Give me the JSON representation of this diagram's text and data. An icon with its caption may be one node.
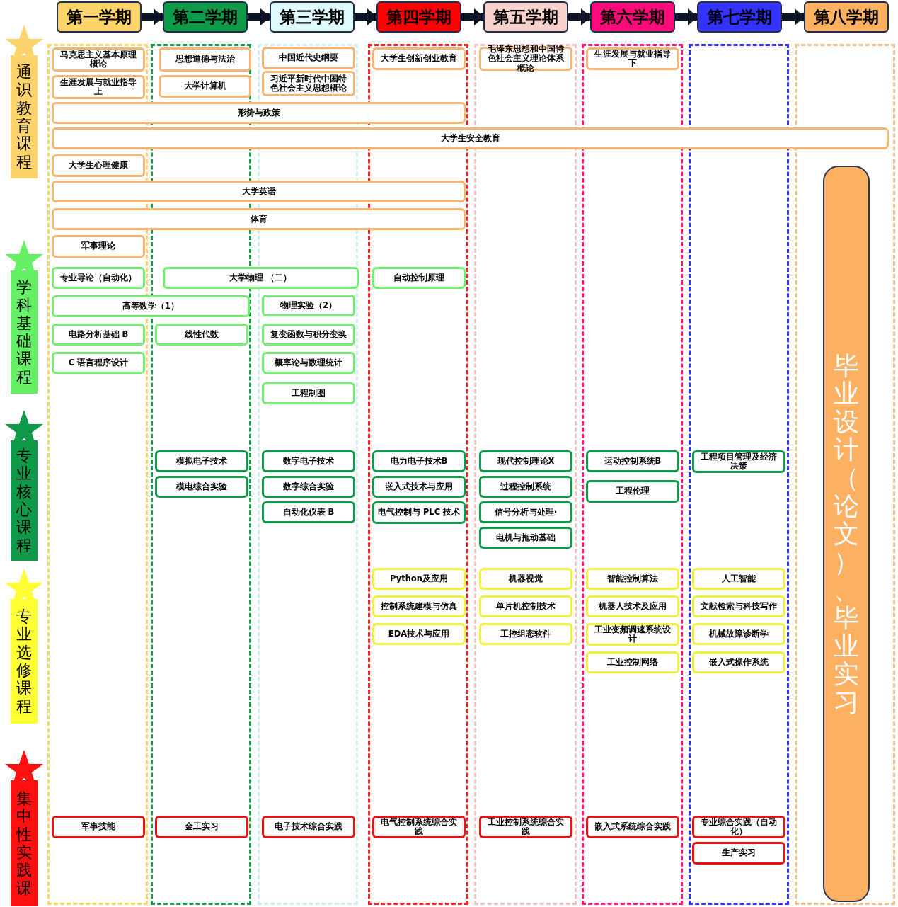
{
  "diagram": {
    "nodes": [
      {
        "text": [
          "第一学期"
        ]
      },
      {
        "text": [
          "第二学期"
        ]
      },
      {
        "text": [
          "第三学期"
        ]
      },
      {
        "text": [
          "第四学期"
        ]
      },
      {
        "text": [
          "第五学期"
        ]
      },
      {
        "text": [
          "第六学期"
        ]
      },
      {
        "text": [
          "第七学期"
        ]
      },
      {
        "text": [
          "第八学期"
        ]
      },
      {
        "text": [
          "通识教育课程"
        ]
      },
      {
        "text": [
          "学科基础课程"
        ]
      },
      {
        "text": [
          "专业核心课程"
        ]
      },
      {
        "text": [
          "专业选修课程"
        ]
      },
      {
        "text": [
          "集中性实践课"
        ]
      },
      {
        "text": [
          "马克思主义基本原理概论"
        ]
      },
      {
        "text": [
          "思想道德与法治"
        ]
      },
      {
        "text": [
          "中国近代史纲要"
        ]
      },
      {
        "text": [
          "大学生创新创业教育"
        ]
      },
      {
        "text": [
          "毛泽东思想和中国特色社会主义理论体系概论"
        ]
      },
      {
        "text": [
          "生涯发展与就业指导下"
        ]
      },
      {
        "text": [
          "生涯发展与就业指导上"
        ]
      },
      {
        "text": [
          "大学计算机"
        ]
      },
      {
        "text": [
          "习近平新时代中国特色社会主义思想概论"
        ]
      },
      {
        "text": [
          "形势与政策"
        ]
      },
      {
        "text": [
          "大学生安全教育"
        ]
      },
      {
        "text": [
          "大学生心理健康"
        ]
      },
      {
        "text": [
          "大学英语"
        ]
      },
      {
        "text": [
          "体育"
        ]
      },
      {
        "text": [
          "军事理论"
        ]
      },
      {
        "text": [
          "专业导论（自动化）"
        ]
      },
      {
        "text": [
          "大学物理 （二）"
        ]
      },
      {
        "text": [
          "自动控制原理"
        ]
      },
      {
        "text": [
          "高等数学（1）"
        ]
      },
      {
        "text": [
          "物理实验（2）"
        ]
      },
      {
        "text": [
          "电路分析基础 B"
        ]
      },
      {
        "text": [
          "线性代数"
        ]
      },
      {
        "text": [
          "复变函数与积分变换"
        ]
      },
      {
        "text": [
          "C 语言程序设计"
        ]
      },
      {
        "text": [
          "概率论与数理统计"
        ]
      },
      {
        "text": [
          "工程制图"
        ]
      },
      {
        "text": [
          "模拟电子技术"
        ]
      },
      {
        "text": [
          "数字电子技术"
        ]
      },
      {
        "text": [
          "电力电子技术B"
        ]
      },
      {
        "text": [
          "现代控制理论X"
        ]
      },
      {
        "text": [
          "运动控制系统B"
        ]
      },
      {
        "text": [
          "工程项目管理及经济决策"
        ]
      },
      {
        "text": [
          "模电综合实验"
        ]
      },
      {
        "text": [
          "数字综合实验"
        ]
      },
      {
        "text": [
          "嵌入式技术与应用"
        ]
      },
      {
        "text": [
          "过程控制系统"
        ]
      },
      {
        "text": [
          "工程伦理"
        ]
      },
      {
        "text": [
          "自动化仪表 B"
        ]
      },
      {
        "text": [
          "电气控制与 PLC 技术"
        ]
      },
      {
        "text": [
          "信号分析与处理·"
        ]
      },
      {
        "text": [
          "电机与拖动基础"
        ]
      },
      {
        "text": [
          "Python及应用"
        ]
      },
      {
        "text": [
          "机器视觉"
        ]
      },
      {
        "text": [
          "智能控制算法"
        ]
      },
      {
        "text": [
          "人工智能"
        ]
      },
      {
        "text": [
          "控制系统建模与仿真"
        ]
      },
      {
        "text": [
          "单片机控制技术"
        ]
      },
      {
        "text": [
          "机器人技术及应用"
        ]
      },
      {
        "text": [
          "文献检索与科技写作"
        ]
      },
      {
        "text": [
          "EDA技术与应用"
        ]
      },
      {
        "text": [
          "工控组态软件"
        ]
      },
      {
        "text": [
          "工业变频调速系统设计"
        ]
      },
      {
        "text": [
          "机械故障诊断学"
        ]
      },
      {
        "text": [
          "工业控制网络"
        ]
      },
      {
        "text": [
          "嵌入式操作系统"
        ]
      },
      {
        "text": [
          "军事技能"
        ]
      },
      {
        "text": [
          "金工实习"
        ]
      },
      {
        "text": [
          "电子技术综合实践"
        ]
      },
      {
        "text": [
          "电气控制系统综合实践"
        ]
      },
      {
        "text": [
          "工业控制系统综合实践"
        ]
      },
      {
        "text": [
          "嵌入式系统综合实践"
        ]
      },
      {
        "text": [
          "专业综合实践（自动化）"
        ]
      },
      {
        "text": [
          "生产实习"
        ]
      },
      {
        "text": [
          "毕业设计（论文）、毕业实习"
        ]
      }
    ],
    "edges": [
      {
        "from": 0,
        "to": 1,
        "arrow": "to"
      },
      {
        "from": 1,
        "to": 2,
        "arrow": "to"
      },
      {
        "from": 2,
        "to": 3,
        "arrow": "to"
      },
      {
        "from": 3,
        "to": 4,
        "arrow": "to"
      },
      {
        "from": 4,
        "to": 5,
        "arrow": "to"
      },
      {
        "from": 5,
        "to": 6,
        "arrow": "to"
      },
      {
        "from": 6,
        "to": 7,
        "arrow": "to"
      }
    ]
  }
}
